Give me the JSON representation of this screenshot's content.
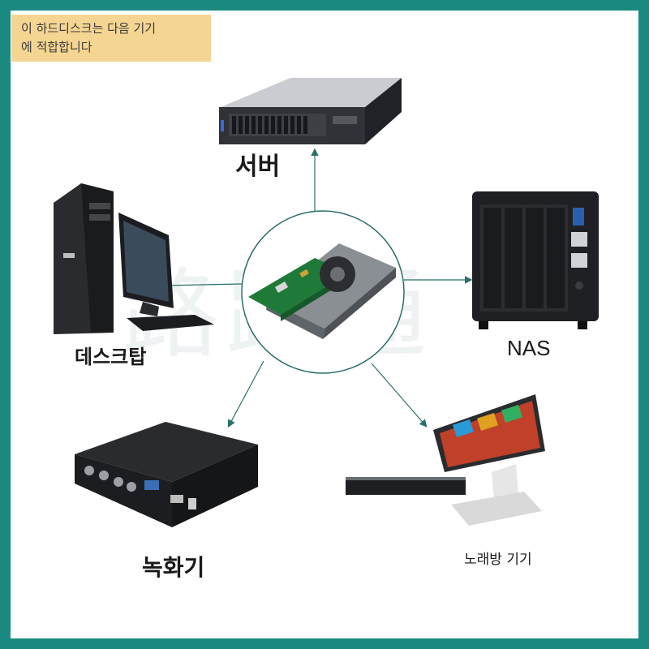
{
  "banner": {
    "line1": "이 하드디스크는 다음 기기",
    "line2": "에 적합합니다"
  },
  "watermark": "路路通",
  "devices": {
    "server": "서버",
    "desktop": "데스크탑",
    "nas": "NAS",
    "dvr": "녹화기",
    "karaoke": "노래방 기기"
  },
  "colors": {
    "border": "#1a8a80",
    "banner_bg": "#f5d592",
    "connector": "#2a6f6a"
  }
}
